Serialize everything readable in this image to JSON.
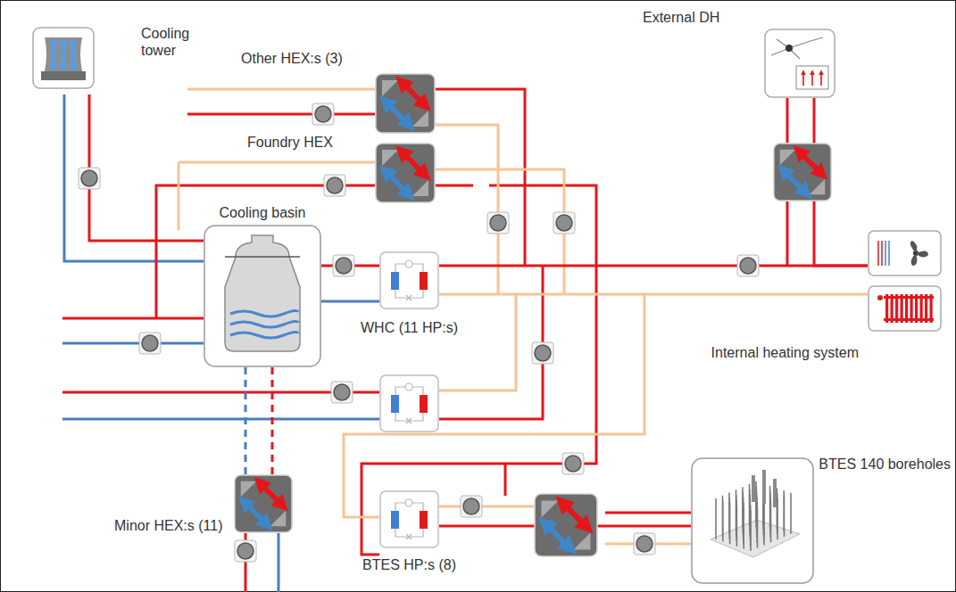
{
  "diagram": {
    "nodes": [
      {
        "text": [
          "Cooling tower"
        ]
      },
      {
        "text": [
          "Other HEX:s (3)"
        ]
      },
      {
        "text": [
          "Foundry HEX"
        ]
      },
      {
        "text": [
          "Cooling basin"
        ]
      },
      {
        "text": [
          "External DH"
        ]
      },
      {
        "text": [
          "WHC (11 HP:s)"
        ]
      },
      {
        "text": [
          "Internal heating system"
        ]
      },
      {
        "text": [
          "Minor HEX:s (11)"
        ]
      },
      {
        "text": [
          "BTES HP:s (8)"
        ]
      },
      {
        "text": [
          "BTES 140 boreholes"
        ]
      }
    ],
    "edges": [
      {
        "from": 0,
        "to": 3,
        "arrow": "none"
      },
      {
        "from": 3,
        "to": 5,
        "arrow": "none"
      },
      {
        "from": 5,
        "to": 6,
        "arrow": "none"
      },
      {
        "from": 4,
        "to": 6,
        "arrow": "none"
      },
      {
        "from": 3,
        "to": 7,
        "arrow": "none"
      },
      {
        "from": 8,
        "to": 9,
        "arrow": "none"
      }
    ]
  }
}
